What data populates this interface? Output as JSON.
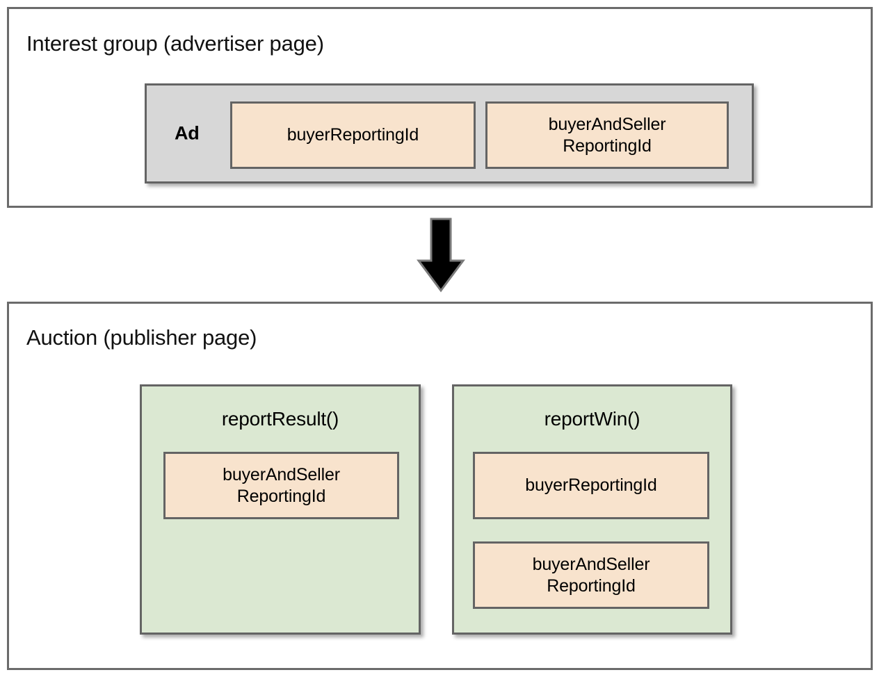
{
  "diagram": {
    "type": "flow-diagram",
    "title_implied": "Protected Audience reporting ids flow",
    "colors": {
      "page_background": "#ffffff",
      "section_border": "#6b6b6b",
      "ad_container_fill": "#d7d7d7",
      "reporting_id_fill": "#f8e3cd",
      "function_box_fill": "#dbe8d2",
      "box_border": "#646464",
      "arrow_fill": "#000000",
      "text": "#000000"
    },
    "sections": [
      {
        "id": "interest-group",
        "title": "Interest group (advertiser page)",
        "ad": {
          "label": "Ad",
          "reporting_ids": [
            {
              "label": "buyerReportingId"
            },
            {
              "label": "buyerAndSeller\nReportingId",
              "line1": "buyerAndSeller",
              "line2": "ReportingId"
            }
          ]
        }
      },
      {
        "id": "auction",
        "title": "Auction (publisher page)",
        "functions": [
          {
            "id": "report-result",
            "name": "reportResult()",
            "reporting_ids": [
              {
                "label": "buyerAndSeller\nReportingId",
                "line1": "buyerAndSeller",
                "line2": "ReportingId"
              }
            ]
          },
          {
            "id": "report-win",
            "name": "reportWin()",
            "reporting_ids": [
              {
                "label": "buyerReportingId",
                "line1": "buyerReportingId",
                "line2": ""
              },
              {
                "label": "buyerAndSeller\nReportingId",
                "line1": "buyerAndSeller",
                "line2": "ReportingId"
              }
            ]
          }
        ]
      }
    ],
    "connector": {
      "icon": "down-block-arrow",
      "direction": "down",
      "from": "interest-group",
      "to": "auction"
    }
  }
}
